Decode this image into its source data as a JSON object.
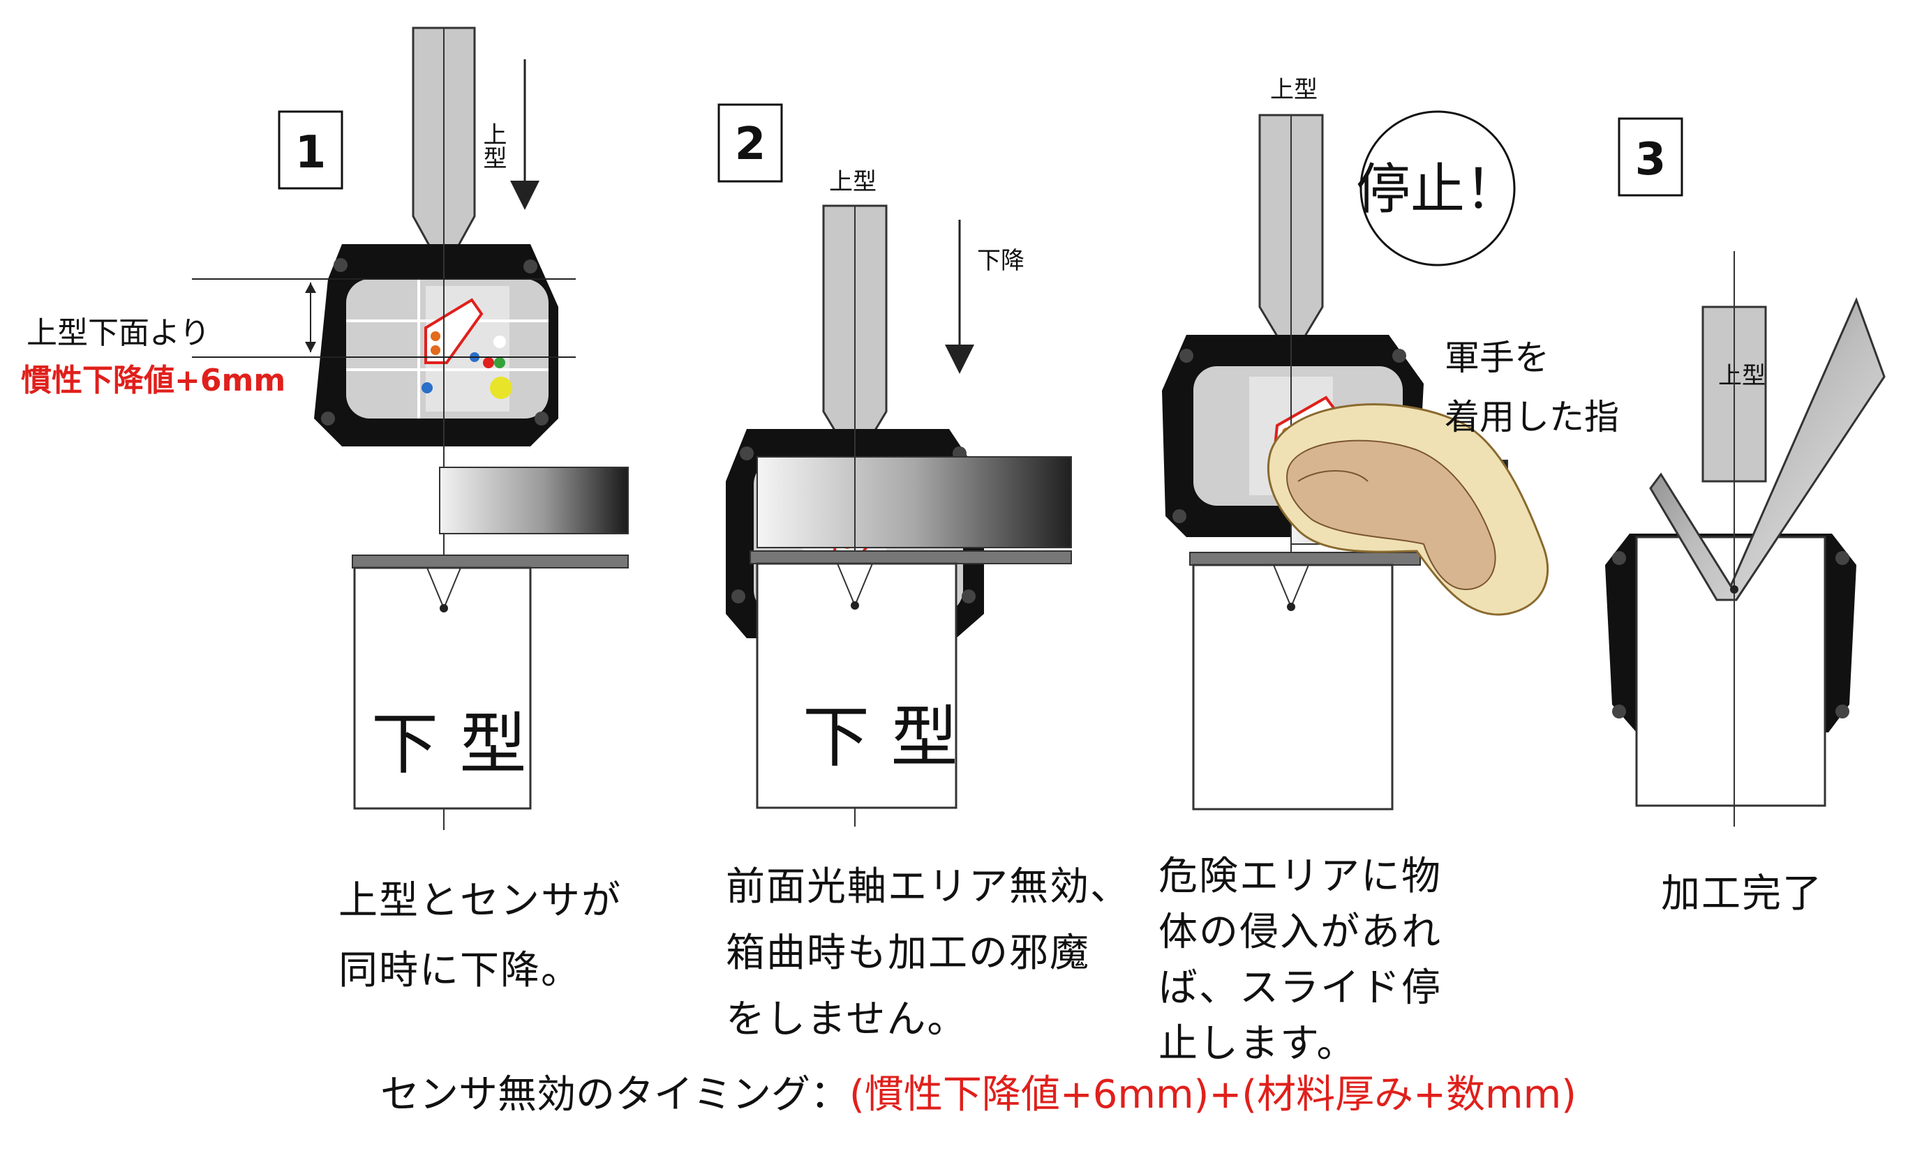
{
  "panels": [
    {
      "number": "1",
      "upper_die_label": "上型",
      "lower_die_label": "下 型",
      "measure_label_line1": "上型下面より",
      "measure_label_line2": "慣性下降値+6mm",
      "caption": [
        "上型とセンサが",
        "同時に下降。"
      ]
    },
    {
      "number": "2",
      "upper_die_label": "上型",
      "direction_label": "下降",
      "lower_die_label": "下 型",
      "caption": [
        "前面光軸エリア無効、",
        "箱曲時も加工の邪魔",
        "をしません。"
      ]
    },
    {
      "number": "",
      "upper_die_label": "上型",
      "stop_label": "停止！",
      "finger_label": [
        "軍手を",
        "着用した指"
      ],
      "caption": [
        "危険エリアに物",
        "体の侵入があれ",
        "ば、スライド停",
        "止します。"
      ]
    },
    {
      "number": "3",
      "upper_die_label": "上型",
      "caption": [
        "加工完了"
      ]
    }
  ],
  "footer": {
    "prefix": "センサ無効のタイミング：",
    "formula": "(慣性下降値+6mm)+(材料厚み+数mm)"
  },
  "colors": {
    "accent_red": "#e0201c",
    "die_gray": "#c8c8c8",
    "sensor_frame": "#111111",
    "glove": "#efe1b4",
    "finger": "#d7b591"
  }
}
